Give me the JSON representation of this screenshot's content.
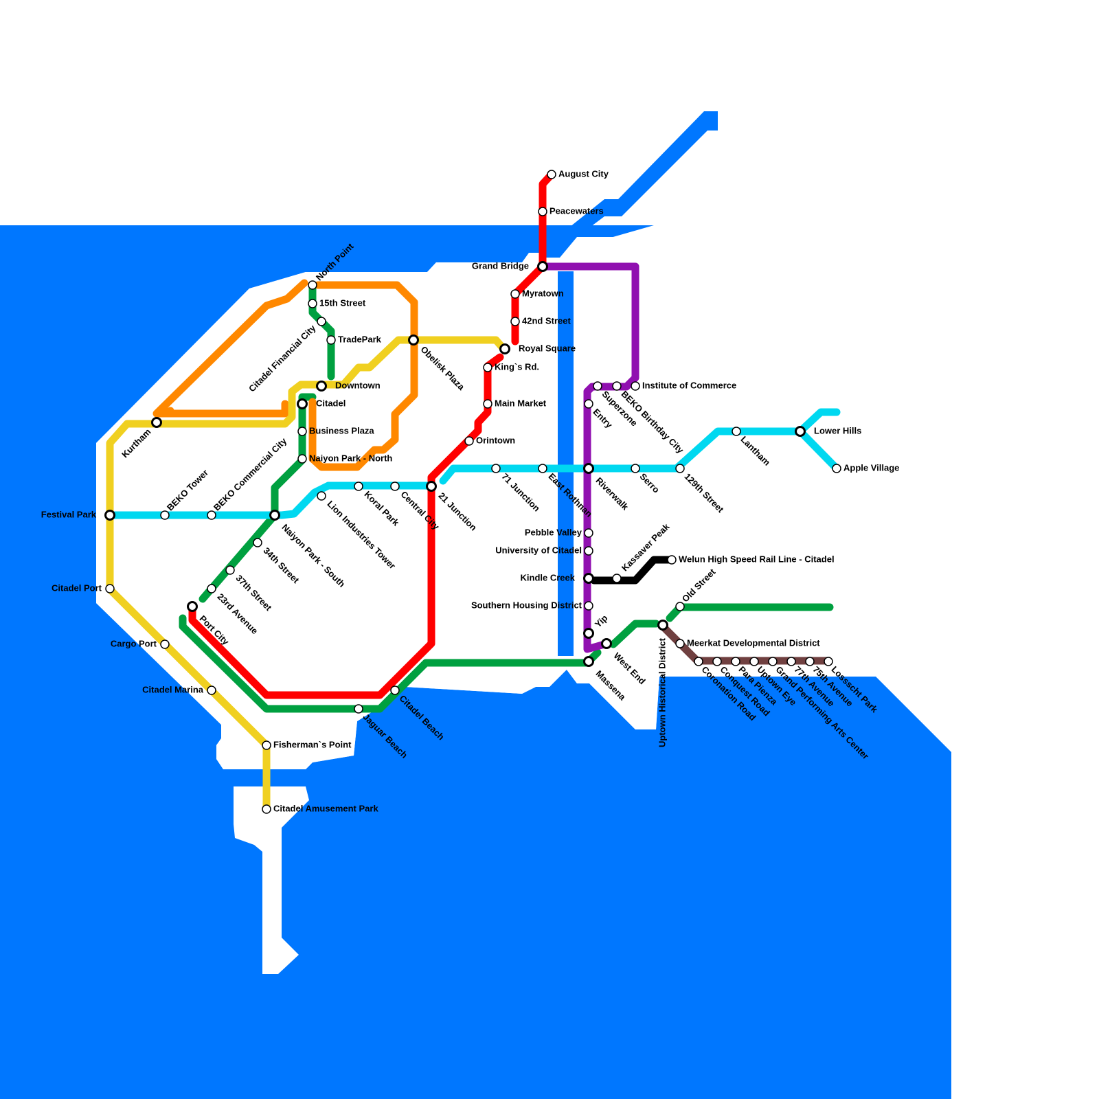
{
  "colors": {
    "water": "#0077ff",
    "land": "#ffffff",
    "red": "#ff0000",
    "green": "#00a040",
    "orange": "#ff8800",
    "yellow": "#f0d020",
    "cyan": "#00d8f0",
    "purple": "#9010b0",
    "black": "#000000",
    "brown": "#704040",
    "river": "#0077ff"
  },
  "lines": [
    {
      "id": "red",
      "color": "#ff0000"
    },
    {
      "id": "green",
      "color": "#00a040"
    },
    {
      "id": "orange",
      "color": "#ff8800"
    },
    {
      "id": "yellow",
      "color": "#f0d020"
    },
    {
      "id": "cyan",
      "color": "#00d8f0"
    },
    {
      "id": "purple",
      "color": "#9010b0"
    },
    {
      "id": "black",
      "color": "#000000"
    },
    {
      "id": "brown",
      "color": "#704040"
    }
  ],
  "stations": [
    "August City",
    "Peacewaters",
    "Grand Bridge",
    "Myratown",
    "42nd Street",
    "Royal Square",
    "King`s Rd.",
    "Main Market",
    "Orintown",
    "North Point",
    "15th Street",
    "Citadel Financial City",
    "TradePark",
    "Downtown",
    "Obelisk Plaza",
    "Citadel",
    "Business Plaza",
    "Naiyon Park - North",
    "Kurtham",
    "BEKO Tower",
    "BEKO Commercial City",
    "Festival Park",
    "Lion Industries Tower",
    "Koral Park",
    "Central City",
    "21 Junction",
    "71 Junction",
    "East Rothnan",
    "Naiyon Park - South",
    "34th Street",
    "37th Street",
    "23rd Avenue",
    "Port City",
    "Citadel Port",
    "Cargo Port",
    "Citadel Marina",
    "Fisherman`s Point",
    "Citadel Amusement Park",
    "Jaguar Beach",
    "Citadel Beach",
    "Superzone",
    "BEKO Birthday City",
    "Institute of Commerce",
    "Entry",
    "Riverwalk",
    "Serro",
    "129th Street",
    "Lantham",
    "Lower Hills",
    "Apple Village",
    "Pebble Valley",
    "University of Citadel",
    "Kindle Creek",
    "Kassaver Peak",
    "Welun High Speed Rail Line - Citadel",
    "Southern Housing District",
    "Yip",
    "West End",
    "Massena",
    "Uptown Historical District",
    "Old Street",
    "Meerkat Developmental District",
    "Coronation Road",
    "Conquest Road",
    "Para Pienza",
    "Uptown Eye",
    "Grand Performing Arts Center",
    "77th Avenue",
    "75th Avenue",
    "Lossscht Park"
  ]
}
